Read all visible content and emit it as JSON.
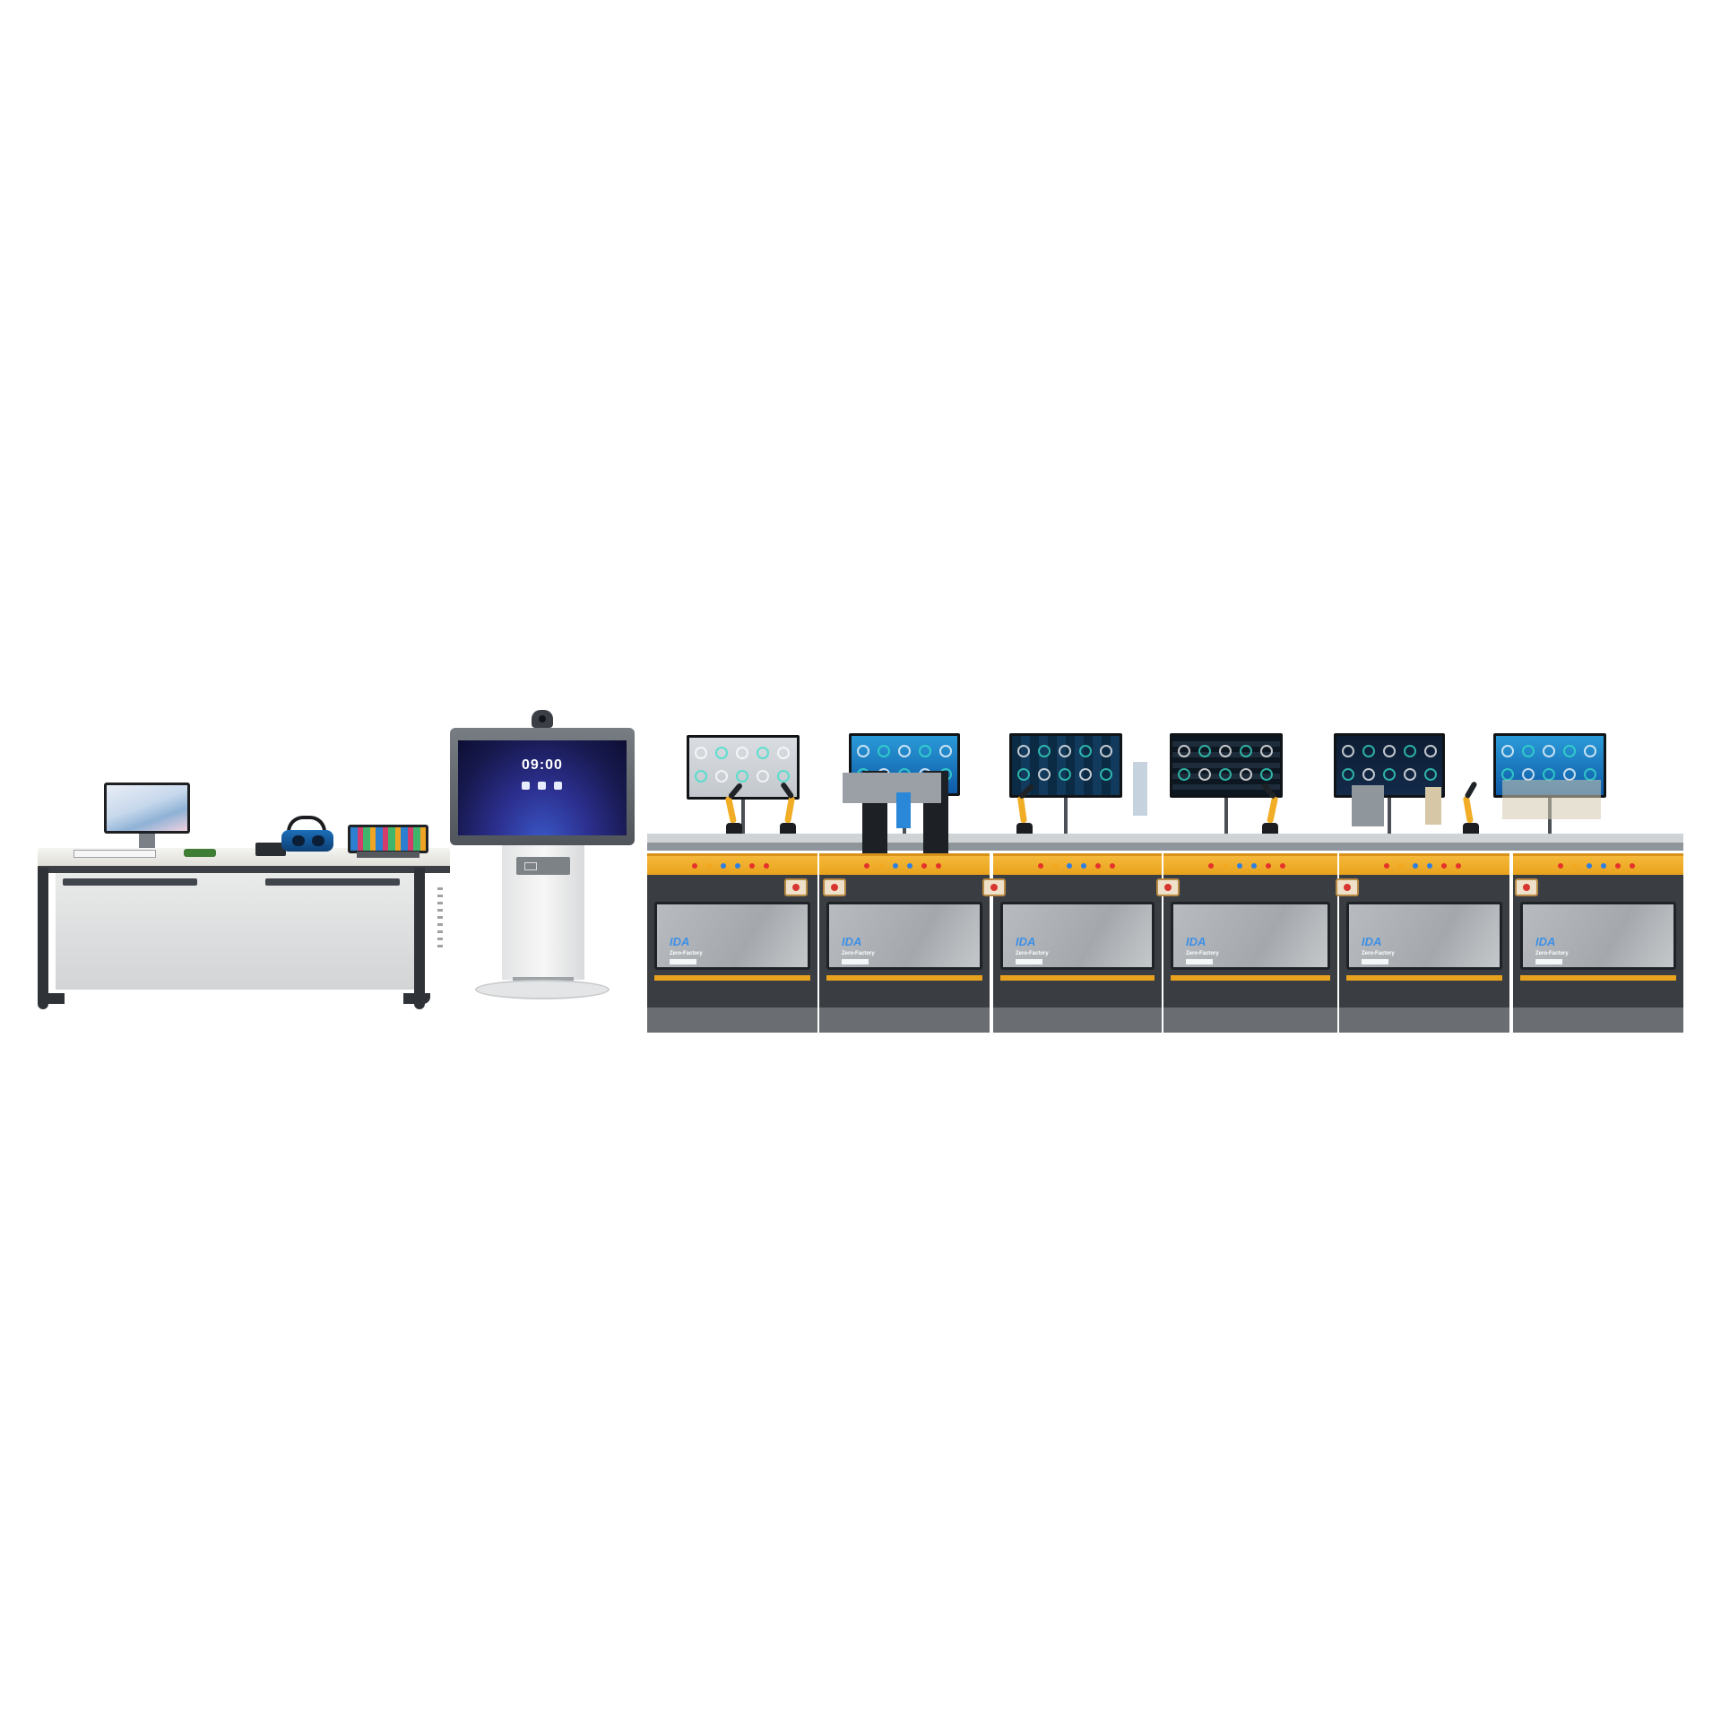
{
  "kiosk": {
    "time": "09:00"
  },
  "stations": [
    {
      "logo": "IDA",
      "subtitle": "Zero-Factory"
    },
    {
      "logo": "IDA",
      "subtitle": "Zero-Factory"
    },
    {
      "logo": "IDA",
      "subtitle": "Zero-Factory"
    },
    {
      "logo": "IDA",
      "subtitle": "Zero-Factory"
    },
    {
      "logo": "IDA",
      "subtitle": "Zero-Factory"
    },
    {
      "logo": "IDA",
      "subtitle": "Zero-Factory"
    }
  ],
  "colors": {
    "accent_yellow": "#f2ad26",
    "cabinet_dark": "#3a3d42",
    "logo_blue": "#3d8fe6",
    "background": "#ffffff"
  },
  "icons": [
    "camera-icon",
    "card-reader-icon",
    "emergency-stop-icon",
    "status-led-icon"
  ]
}
